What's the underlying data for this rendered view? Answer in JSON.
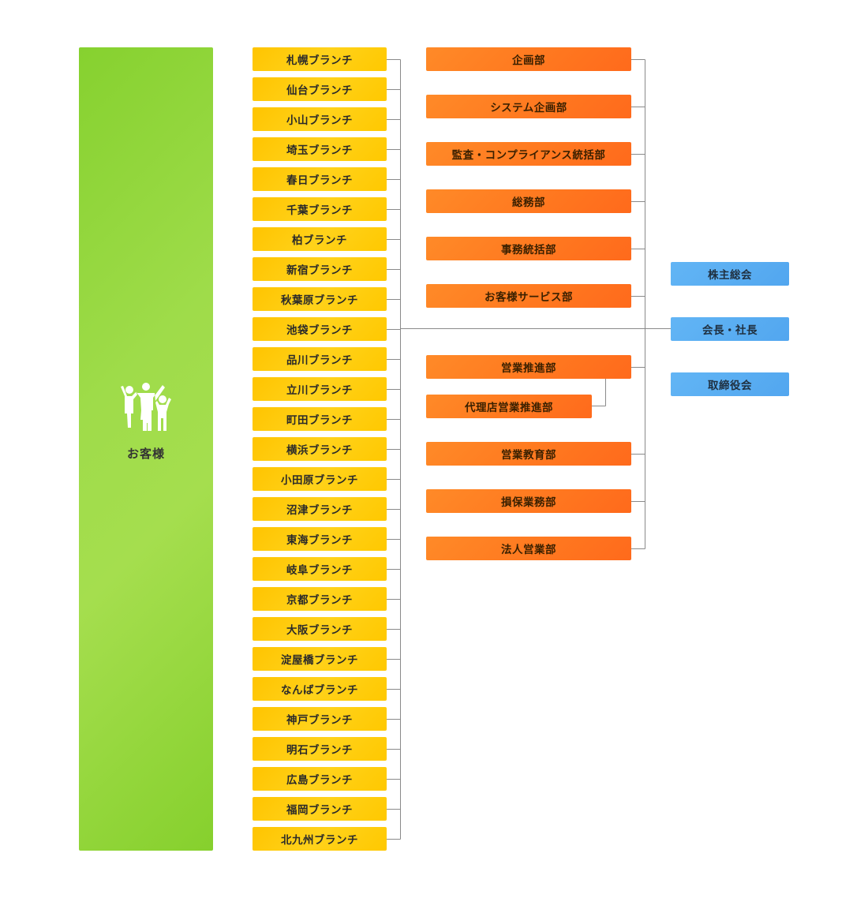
{
  "customer": {
    "label": "お客様",
    "icon": "family-icon",
    "color": "#8fd439"
  },
  "branches": [
    "札幌ブランチ",
    "仙台ブランチ",
    "小山ブランチ",
    "埼玉ブランチ",
    "春日ブランチ",
    "千葉ブランチ",
    "柏ブランチ",
    "新宿ブランチ",
    "秋葉原ブランチ",
    "池袋ブランチ",
    "品川ブランチ",
    "立川ブランチ",
    "町田ブランチ",
    "横浜ブランチ",
    "小田原ブランチ",
    "沼津ブランチ",
    "東海ブランチ",
    "岐阜ブランチ",
    "京都ブランチ",
    "大阪ブランチ",
    "淀屋橋ブランチ",
    "なんばブランチ",
    "神戸ブランチ",
    "明石ブランチ",
    "広島ブランチ",
    "福岡ブランチ",
    "北九州ブランチ"
  ],
  "departments": [
    "企画部",
    "システム企画部",
    "監査・コンプライアンス統括部",
    "総務部",
    "事務統括部",
    "お客様サービス部",
    "営業推進部",
    "代理店営業推進部",
    "営業教育部",
    "損保業務部",
    "法人営業部"
  ],
  "executives": [
    "株主総会",
    "会長・社長",
    "取締役会"
  ],
  "colors": {
    "branch": "#ffc800",
    "department": "#ff7a20",
    "executive": "#5aaef2",
    "connector": "#8a8a8a"
  }
}
